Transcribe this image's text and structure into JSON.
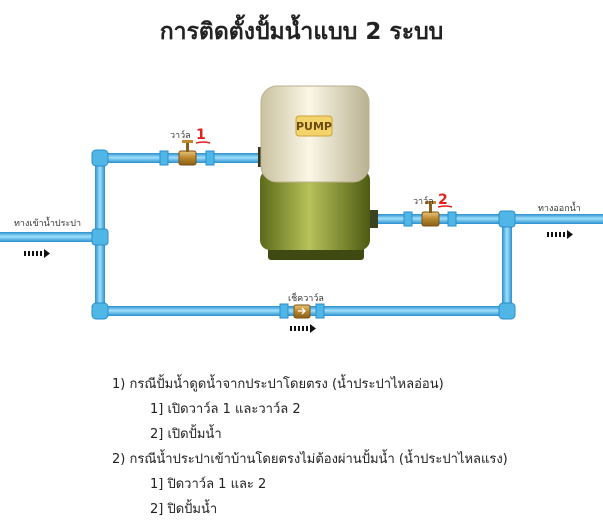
{
  "title": "การติดตั้งปั้มน้ำแบบ 2 ระบบ",
  "diagram": {
    "pump_label": "PUMP",
    "valve1_label": "วาว์ล",
    "valve1_number": "1",
    "valve2_label": "วาว์ล",
    "valve2_number": "2",
    "check_valve_label": "เช็ควาว์ล",
    "inlet_label": "ทางเข้าน้ำประปา",
    "outlet_label": "ทางออกน้ำ",
    "colors": {
      "pipe": "#58c3ee",
      "pipe_edge": "#2a8fcf",
      "valve_number": "#e0211d",
      "pump_tank": "#7d8a2c",
      "pump_cap": "#ede6c5",
      "pump_badge": "#f3d36a"
    }
  },
  "instructions": [
    {
      "text": "1) กรณีปั้มน้ำดูดน้ำจากประปาโดยตรง (น้ำประปาไหลอ่อน)",
      "indent": false
    },
    {
      "text": "1] เปิดวาว์ล 1 และวาว์ล 2",
      "indent": true
    },
    {
      "text": "2] เปิดปั้มน้ำ",
      "indent": true
    },
    {
      "text": "2) กรณีน้ำประปาเข้าบ้านโดยตรงไม่ต้องผ่านปั้มน้ำ (น้ำประปาไหลแรง)",
      "indent": false
    },
    {
      "text": "1] ปิดวาว์ล 1 และ 2",
      "indent": true
    },
    {
      "text": "2] ปิดปั้มน้ำ",
      "indent": true
    }
  ]
}
